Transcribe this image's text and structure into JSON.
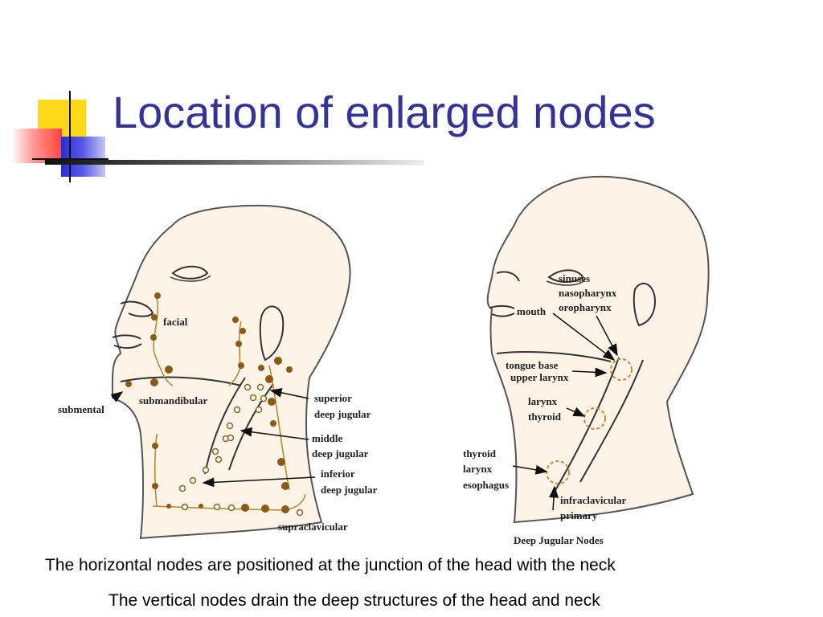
{
  "slide": {
    "title": "Location of enlarged nodes",
    "caption_1": "The horizontal nodes are positioned at the junction of the head with the neck",
    "caption_2": "The vertical nodes drain the deep structures of the head and neck"
  },
  "left_diagram": {
    "labels": {
      "facial": "facial",
      "submental": "submental",
      "submandibular": "submandibular",
      "superior_1": "superior",
      "superior_2": "deep jugular",
      "middle_1": "middle",
      "middle_2": "deep jugular",
      "inferior_1": "inferior",
      "inferior_2": "deep jugular",
      "supraclavicular": "supraclavicular"
    }
  },
  "right_diagram": {
    "labels": {
      "sinuses": "sinuses",
      "nasopharynx": "nasopharynx",
      "oropharynx": "oropharynx",
      "mouth": "mouth",
      "tongue_base": "tongue base",
      "upper_larynx": "upper larynx",
      "larynx": "larynx",
      "thyroid": "thyroid",
      "thyroid_2": "thyroid",
      "larynx_2": "larynx",
      "esophagus": "esophagus",
      "infraclavicular": "infraclavicular",
      "primary": "primary",
      "caption": "Deep Jugular Nodes"
    }
  },
  "colors": {
    "title": "#33339a",
    "skin": "#fdf3e6",
    "node_solid": "#8b5a14",
    "node_dashed": "#c8893a"
  }
}
